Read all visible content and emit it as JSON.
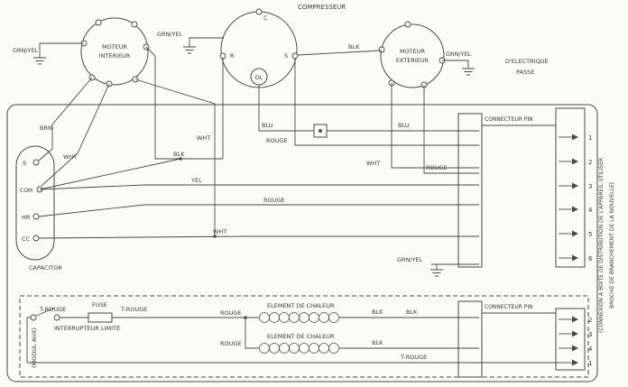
{
  "components": {
    "motor_interior": {
      "name_line1": "MOTEUR",
      "name_line2": "INTERIEUR"
    },
    "compressor": {
      "name": "COMPRESSEUR",
      "terminals": {
        "r": "R",
        "s": "S",
        "c": "C"
      },
      "overload": "OL"
    },
    "motor_exterior": {
      "name_line1": "MOTEUR",
      "name_line2": "EXTERIEUR"
    },
    "electrical_box": {
      "line1": "D'ELECTRIQUE",
      "line2": "PASSE"
    },
    "capacitor": {
      "name": "CAPACITOR",
      "terminals": {
        "t1": "S",
        "t2": "COM",
        "t3": "HR",
        "t4": "CC"
      }
    },
    "fuse": {
      "name": "FUSE"
    },
    "limit_switch": {
      "name": "INTERRUPTEUR LIMITÉ"
    },
    "heater_top": {
      "name": "ELEMENT DE CHALEUR"
    },
    "heater_bottom": {
      "name": "ELEMENT DE CHALEUR"
    },
    "aux_module": {
      "name": "(MODUL AUX)"
    }
  },
  "wires": {
    "grn_yel_interior": "GRN/YEL",
    "grn_yel_compressor": "GRN/YEL",
    "grn_yel_exterior": "GRN/YEL",
    "grn_yel_mid": "GRN/YEL",
    "brn": "BRN",
    "wht_capacitor": "WHT",
    "wht_vertical": "WHT",
    "blk_interior": "BLK",
    "blk_compressor": "BLK",
    "blu_compressor": "BLU",
    "rouge_compressor": "ROUGE",
    "blu_pin": "BLU",
    "wht_exterior": "WHT",
    "rouge_exterior": "ROUGE",
    "yel": "YEL",
    "rouge_capacitor": "ROUGE",
    "wht_lower": "WHT",
    "t_rouge_1": "T-ROUGE",
    "t_rouge_2": "T-ROUGE",
    "t_rouge_3": "T-ROUGE",
    "rouge_heater_top": "ROUGE",
    "rouge_heater_bottom": "ROUGE",
    "blk_heater_top_1": "BLK",
    "blk_heater_top_2": "BLK",
    "blk_heater_bottom": "BLK"
  },
  "connectors": {
    "top": {
      "label": "CONNECTEUR PIN",
      "pins": [
        "1",
        "2",
        "3",
        "4",
        "5",
        "6"
      ]
    },
    "bottom": {
      "label": "CONNECTEUR PIN",
      "pins": [
        "2",
        "3",
        "4",
        "1"
      ]
    }
  },
  "notes": {
    "side_line1": "(CONNEXION A BOITE DE DISTRIBUTION DE L'APPAREIL UTILISER",
    "side_line2": "BROCHE DE BRANCHEMENT DE LA NOUVELLE)"
  },
  "colors": {
    "line": "#4a4a4a",
    "text": "#3a3a3a",
    "background": "#fbfbf8"
  }
}
